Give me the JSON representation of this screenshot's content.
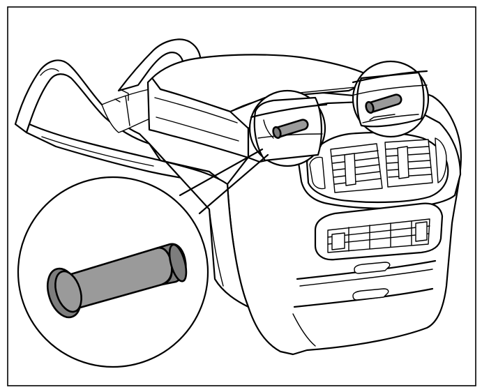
{
  "figure": {
    "kind": "technical line illustration",
    "parts": [
      "frame",
      "rear-center-console",
      "armrest",
      "console-side-rails",
      "air-vents",
      "lower-vent-panel",
      "storage-drawers",
      "pin-location-left",
      "pin-location-right",
      "detail-magnified-pin"
    ],
    "colors": {
      "stroke": "#000000",
      "background": "#ffffff",
      "pin_fill": "#9a9a9a",
      "pin_dark": "#7d7d7d"
    }
  }
}
